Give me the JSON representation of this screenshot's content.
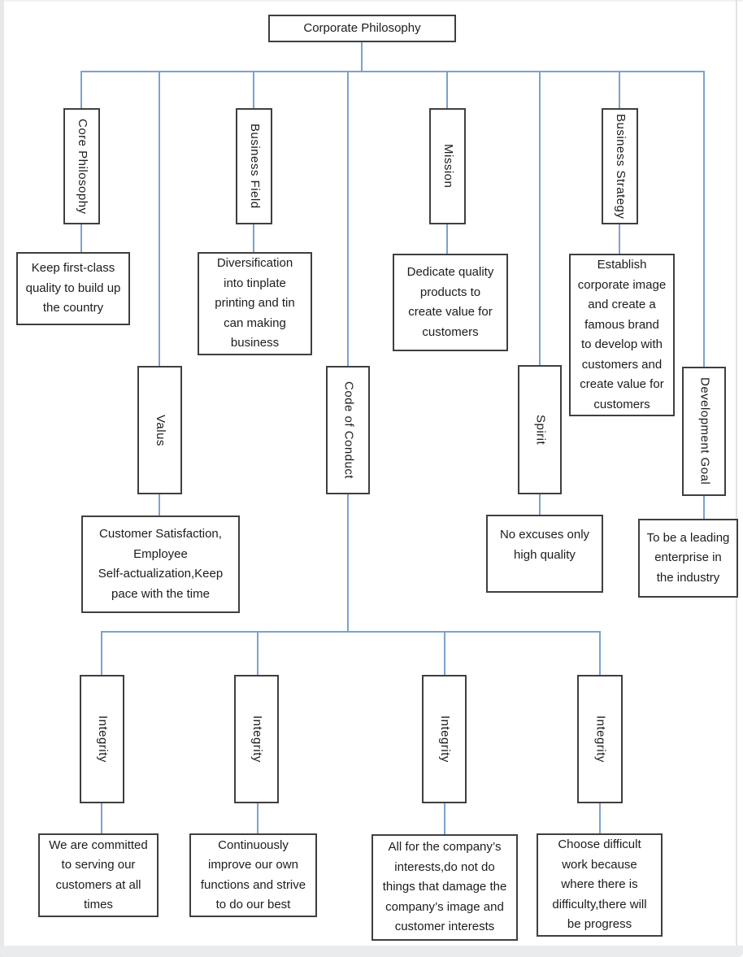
{
  "root_label": "Corporate Philosophy",
  "nodes": [
    {
      "label": "Core Philosophy",
      "desc": "Keep first-class\nquality to build up\nthe country"
    },
    {
      "label": "Business Field",
      "desc": "Diversification\ninto tinplate\nprinting and tin\ncan making\nbusiness"
    },
    {
      "label": "Mission",
      "desc": "Dedicate quality\nproducts to\ncreate value for\ncustomers"
    },
    {
      "label": "Business Strategy",
      "desc": "Establish\ncorporate image\nand create a\nfamous brand\nto develop with\ncustomers and\ncreate value for\ncustomers"
    },
    {
      "label": "Valus",
      "desc": "Customer Satisfaction,\nEmployee\nSelf-actualization,Keep\npace with the time"
    },
    {
      "label": "Code of Conduct"
    },
    {
      "label": "Spirit",
      "desc": "No excuses only\nhigh quality"
    },
    {
      "label": "Development Goal",
      "desc": "To be a leading\nenterprise in\nthe industry"
    },
    {
      "label": "Integrity",
      "desc": "We are committed\nto serving our\ncustomers at all\ntimes"
    },
    {
      "label": "Integrity",
      "desc": "Continuously\nimprove our own\nfunctions and strive\nto do our best"
    },
    {
      "label": "Integrity",
      "desc": "All for the company’s\ninterests,do not do\nthings that damage the\ncompany’s image and\ncustomer interests"
    },
    {
      "label": "Integrity",
      "desc": "Choose difficult\nwork because\nwhere there is\ndifficulty,there will\nbe progress"
    }
  ],
  "colors": {
    "connector": "#7ba2cc",
    "box_border": "#3f3f3f",
    "text": "#1c1c1c",
    "page_edge": "#e8e8e8"
  }
}
